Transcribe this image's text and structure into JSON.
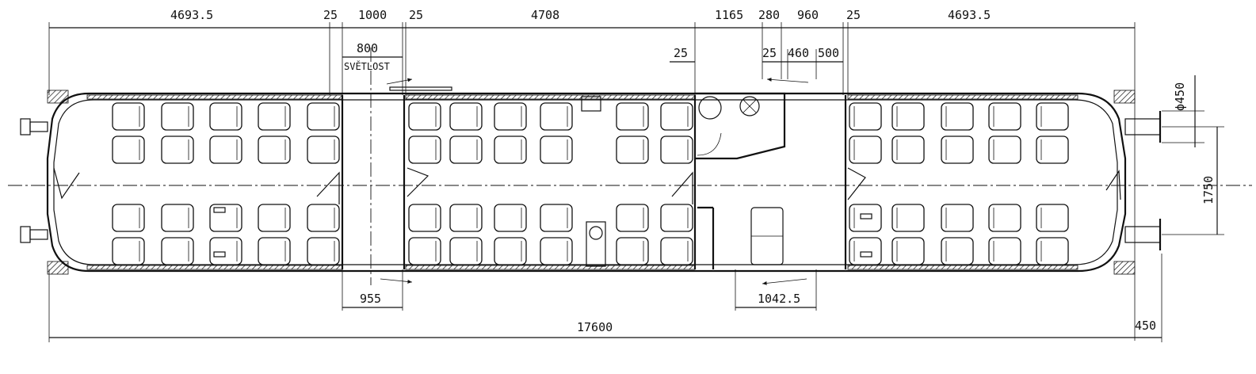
{
  "dimensions": {
    "top": [
      "4693.5",
      "25",
      "1000",
      "25",
      "4708",
      "1165",
      "280",
      "960",
      "25",
      "4693.5"
    ],
    "second": [
      "800",
      "25",
      "25",
      "460",
      "500"
    ],
    "svetlost": "SVĚTLOST",
    "bottom_door_left": "955",
    "bottom_door_right": "1042.5",
    "overall_length": "17600",
    "coupler_length": "450",
    "buffer_diameter": "ϕ450",
    "buffer_spacing": "1750"
  }
}
